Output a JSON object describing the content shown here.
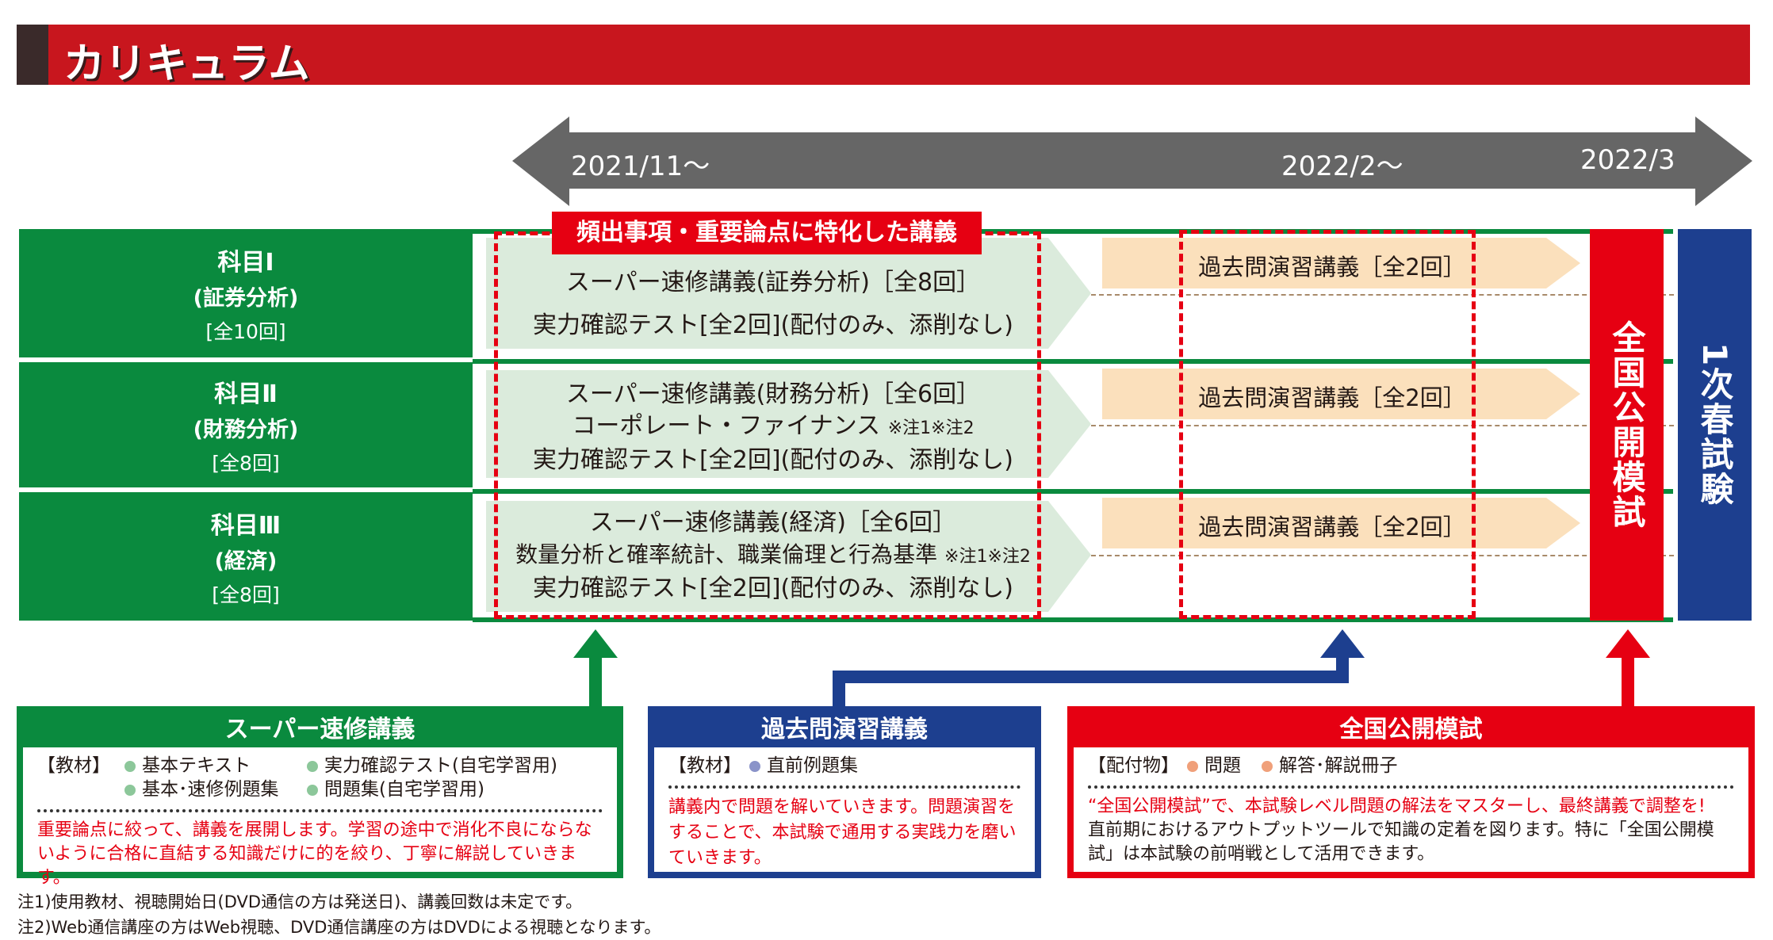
{
  "title": "カリキュラム",
  "timeline": {
    "start": "2021/11〜",
    "mid": "2022/2〜",
    "end": "2022/3"
  },
  "highlight_label": "頻出事項・重要論点に特化した講義",
  "subjects": [
    {
      "name": "科目Ⅰ",
      "sub": "(証券分析)",
      "count": "[全10回]",
      "lines": [
        "スーパー速修講義(証券分析)［全8回］",
        "実力確認テスト[全2回](配付のみ、添削なし)"
      ],
      "note": "",
      "past": "過去問演習講義［全2回］"
    },
    {
      "name": "科目Ⅱ",
      "sub": "(財務分析)",
      "count": "[全8回]",
      "lines": [
        "スーパー速修講義(財務分析)［全6回］",
        "コーポレート・ファイナンス",
        "実力確認テスト[全2回](配付のみ、添削なし)"
      ],
      "note": "※注1※注2",
      "past": "過去問演習講義［全2回］"
    },
    {
      "name": "科目Ⅲ",
      "sub": "(経済)",
      "count": "[全8回]",
      "lines": [
        "スーパー速修講義(経済)［全6回］",
        "数量分析と確率統計、職業倫理と行為基準",
        "実力確認テスト[全2回](配付のみ、添削なし)"
      ],
      "note": "※注1※注2",
      "past": "過去問演習講義［全2回］"
    }
  ],
  "mock_exam": "全国公開模試",
  "first_exam": "1次春試験",
  "boxes": {
    "super": {
      "title": "スーパー速修講義",
      "label": "【教材】",
      "items": [
        "基本テキスト",
        "実力確認テスト(自宅学習用)",
        "基本･速修例題集",
        "問題集(自宅学習用)"
      ],
      "desc": "重要論点に絞って、講義を展開します。学習の途中で消化不良にならないように合格に直結する知識だけに的を絞り、丁寧に解説していきます。"
    },
    "past": {
      "title": "過去問演習講義",
      "label": "【教材】",
      "items": [
        "直前例題集"
      ],
      "desc": "講義内で問題を解いていきます。問題演習をすることで、本試験で通用する実践力を磨いていきます。"
    },
    "mock": {
      "title": "全国公開模試",
      "label": "【配付物】",
      "items": [
        "問題",
        "解答･解説冊子"
      ],
      "desc_red": "“全国公開模試”で、本試験レベル問題の解法をマスターし、最終講義で調整を!",
      "desc": "直前期におけるアウトプットツールで知識の定着を図ります。特に「全国公開模試」は本試験の前哨戦として活用できます。"
    }
  },
  "notes": [
    "注1)使用教材、視聴開始日(DVD通信の方は発送日)、講義回数は未定です。",
    "注2)Web通信講座の方はWeb視聴、DVD通信講座の方はDVDによる視聴となります。"
  ],
  "colors": {
    "green": "#0a8a3e",
    "red": "#e60012",
    "blue": "#1d3f8f",
    "gray": "#666666"
  }
}
